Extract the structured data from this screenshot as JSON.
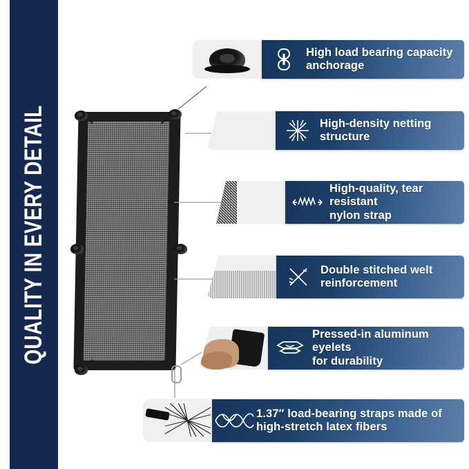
{
  "banner": {
    "text": "QUALITY IN EVERY DETAIL",
    "color": "#15284f"
  },
  "product": {
    "name": "cargo net with anchor hooks",
    "frame_color": "#1c1c1c",
    "mesh_color": "#9d9d9d"
  },
  "theme": {
    "bar_gradient_start": "#16355c",
    "bar_gradient_end": "#5c80a8",
    "text_color": "#ffffff",
    "background": "#ffffff"
  },
  "callouts": [
    {
      "id": "anchorage",
      "icon": "chain-link-icon",
      "photo": "anchor-hook-photo",
      "line1": "High load bearing capacity anchorage",
      "line2": ""
    },
    {
      "id": "netting",
      "icon": "netting-weave-icon",
      "photo": "netting-texture-photo",
      "line1": "High-density netting structure",
      "line2": ""
    },
    {
      "id": "nylon-strap",
      "icon": "stretch-arrow-icon",
      "photo": "nylon-strap-photo",
      "line1": "High-quality, tear resistant",
      "line2": "nylon strap"
    },
    {
      "id": "welt",
      "icon": "crossed-stitch-icon",
      "photo": "welt-edge-photo",
      "line1": "Double stitched welt",
      "line2": "reinforcement"
    },
    {
      "id": "eyelets",
      "icon": "eyelet-grommet-icon",
      "photo": "eyelet-install-photo",
      "line1": "Pressed-in aluminum eyelets",
      "line2": "for durability"
    },
    {
      "id": "latex-straps",
      "icon": "braided-fiber-icon",
      "photo": "latex-fiber-photo",
      "line1": "1.37″ load-bearing straps made of",
      "line2": "high-stretch latex fibers"
    }
  ]
}
